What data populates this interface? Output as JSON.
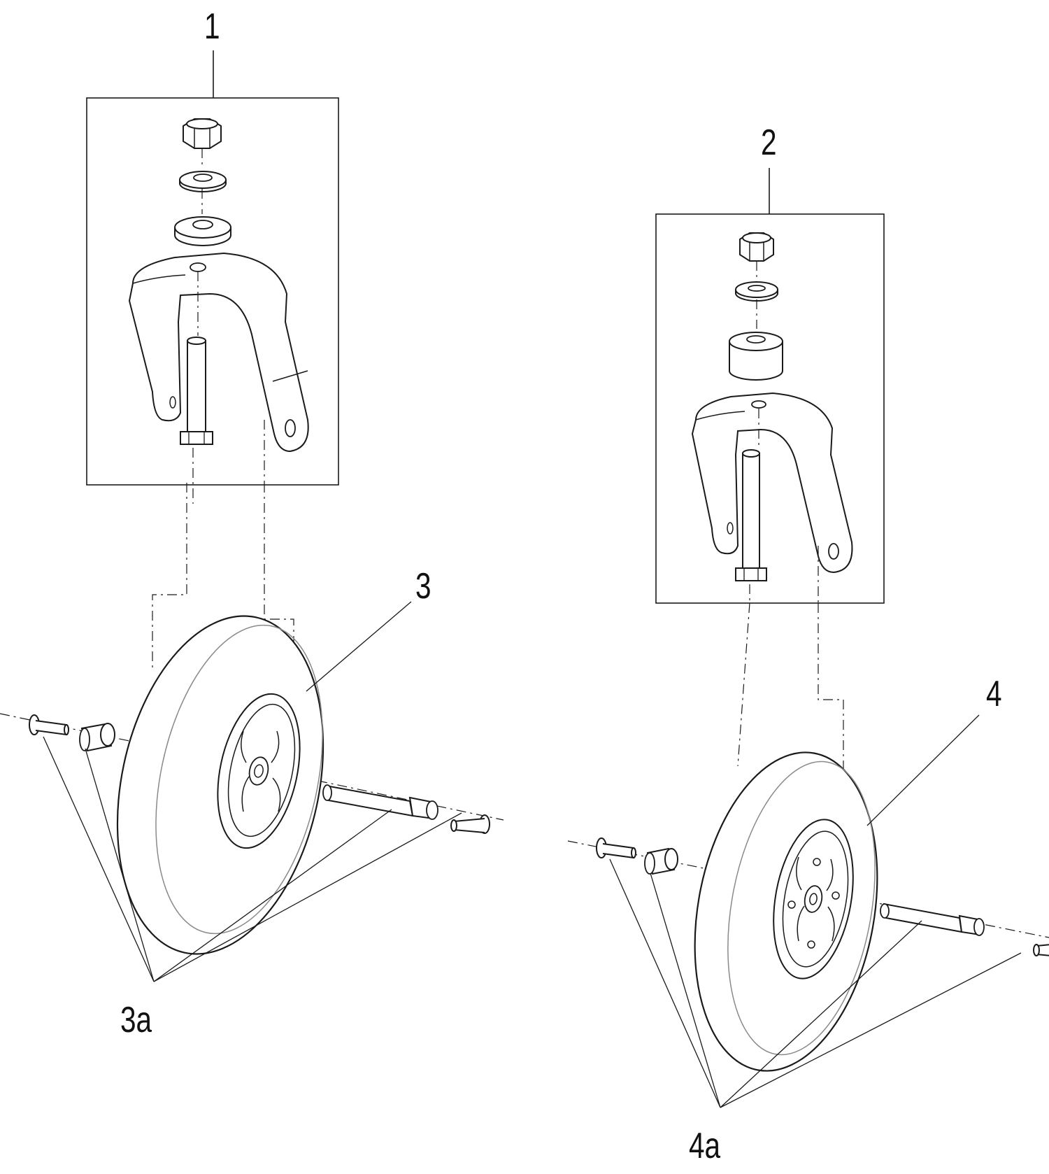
{
  "callouts": {
    "c1": "1",
    "c2": "2",
    "c3": "3",
    "c3a": "3a",
    "c4": "4",
    "c4a": "4a"
  },
  "colors": {
    "line": "#1a1a1a",
    "light": "#8a8a8a",
    "background": "#ffffff"
  }
}
